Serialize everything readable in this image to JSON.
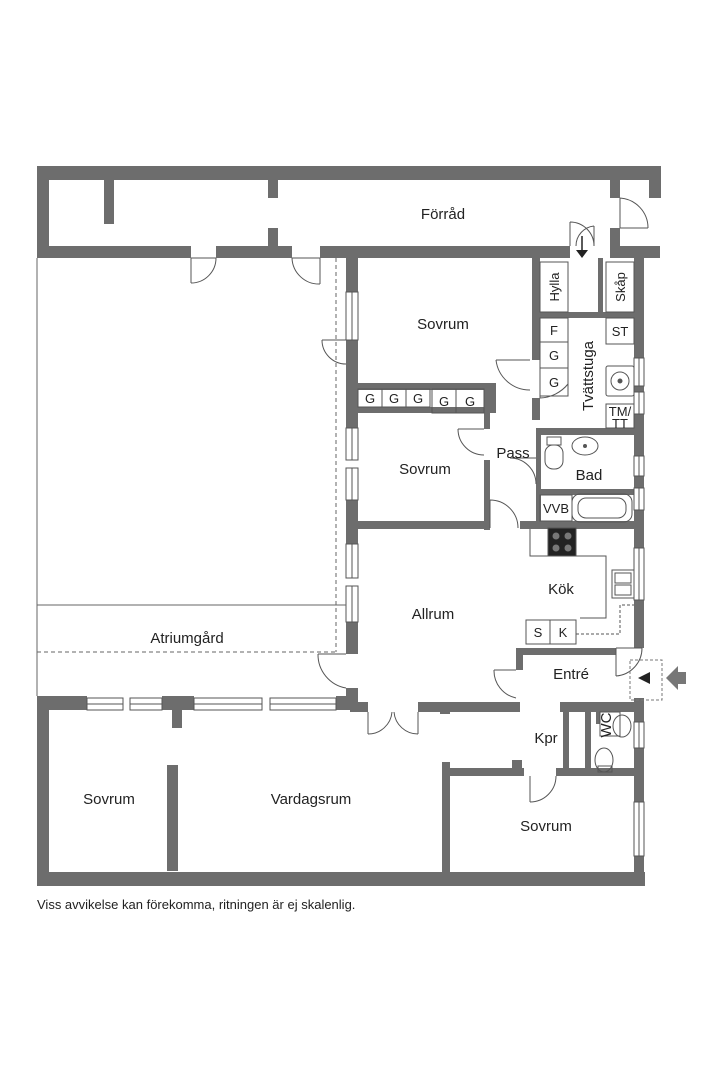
{
  "rooms": {
    "forrad": "Förråd",
    "sovrum_top": "Sovrum",
    "sovrum_mid": "Sovrum",
    "sovrum_bl": "Sovrum",
    "sovrum_br": "Sovrum",
    "tvattstuga": "Tvättstuga",
    "pass": "Pass",
    "bad": "Bad",
    "kok": "Kök",
    "allrum": "Allrum",
    "atriumgard": "Atriumgård",
    "entre": "Entré",
    "kpr": "Kpr",
    "wc": "WC",
    "vardagsrum": "Vardagsrum"
  },
  "fixtures": {
    "hylla": "Hylla",
    "skap": "Skåp",
    "f": "F",
    "g": "G",
    "st": "ST",
    "tm": "TM/",
    "tt": "TT",
    "vvb": "VVB",
    "s": "S",
    "k": "K"
  },
  "colors": {
    "wall": "#6d6d6d",
    "line": "#555555",
    "arrow": "#777777"
  },
  "disclaimer": "Viss avvikelse kan förekomma, ritningen är ej skalenlig."
}
